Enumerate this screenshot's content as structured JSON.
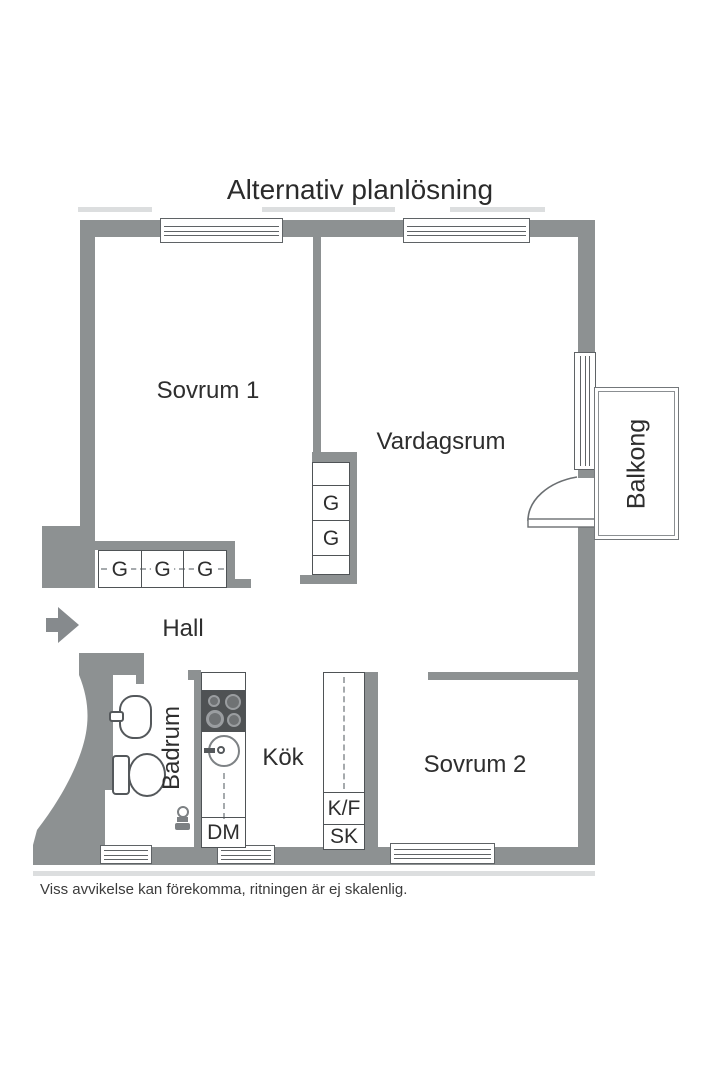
{
  "title": "Alternativ planlösning",
  "disclaimer": "Viss avvikelse kan förekomma, ritningen är ej skalenlig.",
  "rooms": {
    "sovrum1": "Sovrum 1",
    "vardagsrum": "Vardagsrum",
    "hall": "Hall",
    "badrum": "Badrum",
    "kok": "Kök",
    "sovrum2": "Sovrum 2",
    "balkong": "Balkong"
  },
  "wardrobes": {
    "hall": [
      "G",
      "G",
      "G"
    ],
    "living": [
      "G",
      "G"
    ]
  },
  "appliances": {
    "dishwasher": "DM",
    "fridge_freezer": "K/F",
    "cabinet": "SK"
  },
  "colors": {
    "wall": "#8d9192",
    "fixture_line": "#54585b",
    "text": "#2e2e2e"
  }
}
